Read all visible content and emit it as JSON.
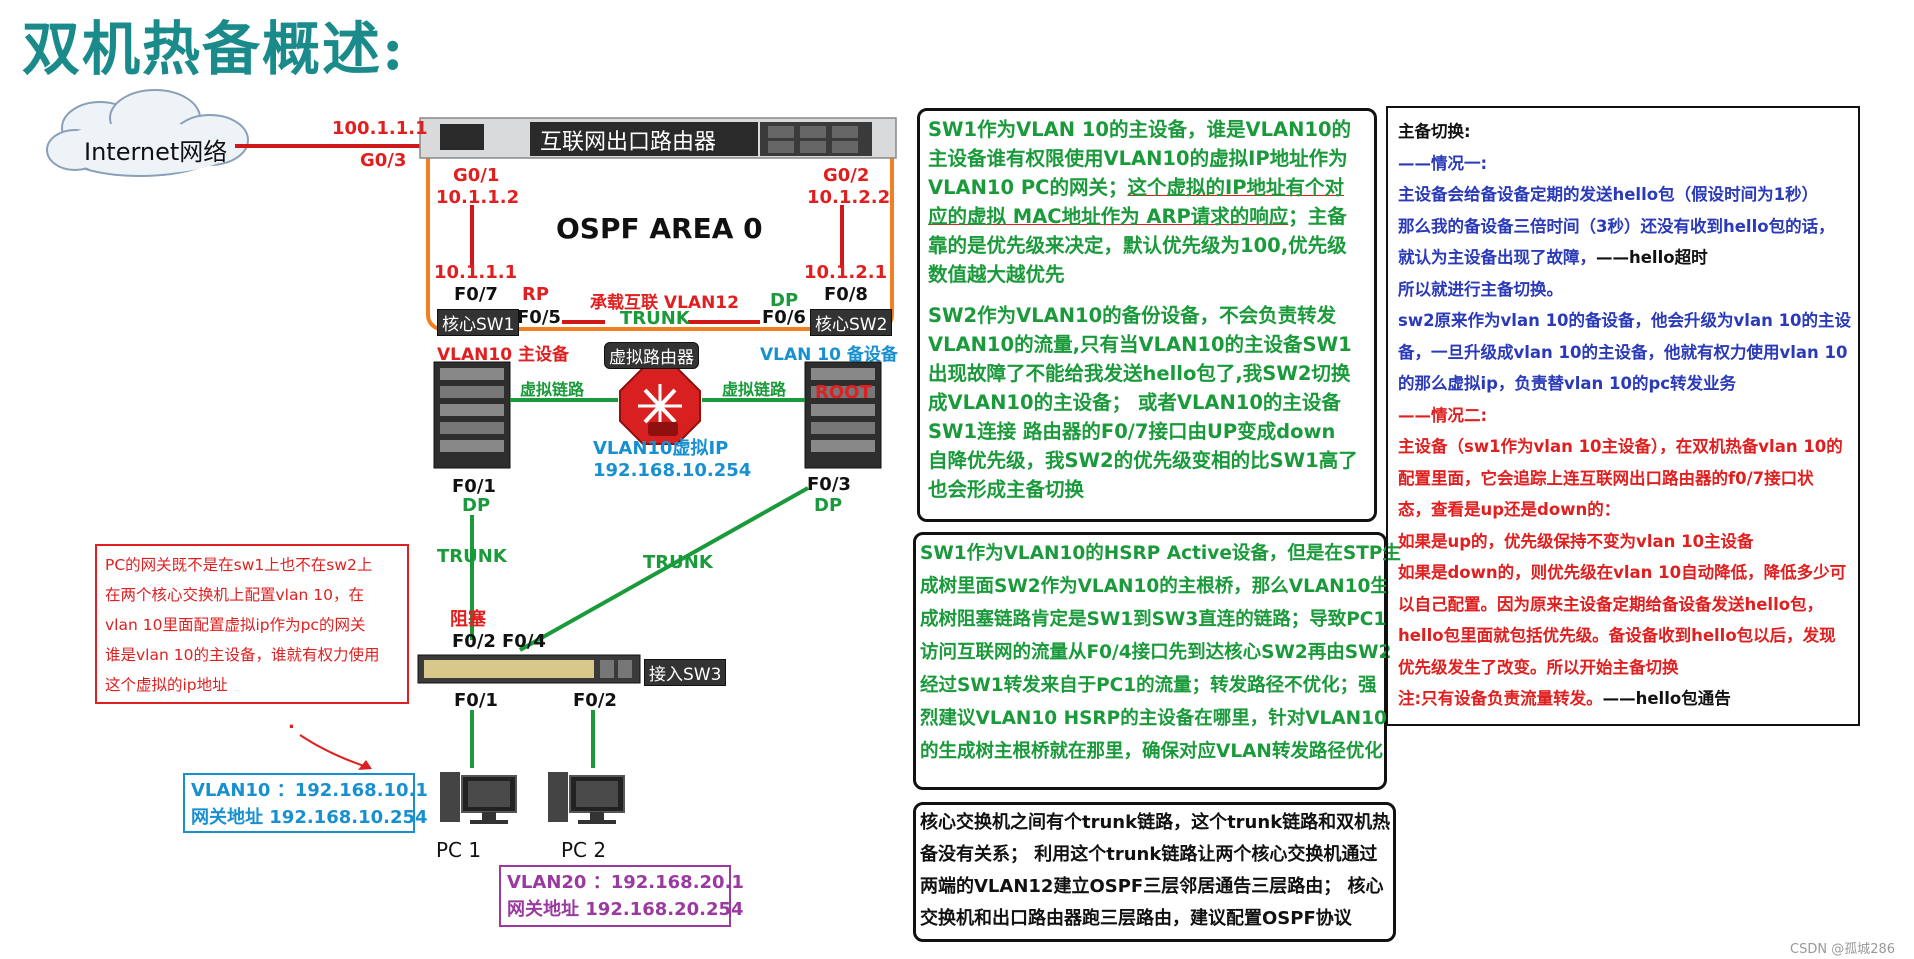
{
  "title": "双机热备概述:",
  "network": {
    "internet_label": "Internet网络",
    "wan_ip": "100.1.1.1",
    "wan_port": "G0/3",
    "router_label": "互联网出口路由器",
    "g01": "G0/1",
    "g01_ip": "10.1.1.2",
    "g02": "G0/2",
    "g02_ip": "10.1.2.2",
    "ospf": "OSPF AREA 0",
    "sw1_uplink_ip": "10.1.1.1",
    "sw2_uplink_ip": "10.1.2.1",
    "f07": "F0/7",
    "f08": "F0/8",
    "rp": "RP",
    "dp_top": "DP",
    "f05": "F0/5",
    "f06": "F0/6",
    "vlan12": "承载互联 VLAN12",
    "trunk_top": "TRUNK",
    "sw1_label": "核心SW1",
    "sw2_label": "核心SW2",
    "sw1_role": "VLAN10 主设备",
    "sw2_role": "VLAN 10 备设备",
    "virtual_router": "虚拟路由器",
    "virtual_link_left": "虚拟链路",
    "virtual_link_right": "虚拟链路",
    "root": "ROOT",
    "vip_label": "VLAN10虚拟IP",
    "vip": "192.168.10.254",
    "sw1_f01": "F0/1",
    "sw1_dp": "DP",
    "sw2_f03": "F0/3",
    "sw2_dp": "DP",
    "trunk_left": "TRUNK",
    "trunk_right": "TRUNK",
    "blocked": "阻塞",
    "sw3_f02": "F0/2",
    "sw3_f04": "F0/4",
    "sw3_label": "接入SW3",
    "sw3_f01": "F0/1",
    "sw3_f02b": "F0/2",
    "pc1": "PC 1",
    "pc2": "PC 2",
    "pc1_vlan": "VLAN10 ：192.168.10.1",
    "pc1_gw": "网关地址 192.168.10.254",
    "pc2_vlan": "VLAN20 ：192.168.20.1",
    "pc2_gw": "网关地址 192.168.20.254",
    "dot": "."
  },
  "note_pc": [
    "PC的网关既不是在sw1上也不在sw2上",
    "在两个核心交换机上配置vlan 10，在",
    "vlan 10里面配置虚拟ip作为pc的网关",
    "谁是vlan 10的主设备，谁就有权力使用",
    "这个虚拟的ip地址"
  ],
  "box1": {
    "l1": "SW1作为VLAN 10的主设备，谁是VLAN10的",
    "l2": "主设备谁有权限使用VLAN10的虚拟IP地址作为",
    "l3a": "VLAN10 PC的网关；",
    "l3b": "这个虚拟的IP地址有个对",
    "l4a": "应的虚拟 MAC地址作为 ARP请求的响应",
    "l4b": "；主备",
    "l5": "靠的是优先级来决定，默认优先级为100,优先级",
    "l6": "数值越大越优先",
    "l7": "SW2作为VLAN10的备份设备，不会负责转发",
    "l8": "VLAN10的流量,只有当VLAN10的主设备SW1",
    "l9": "出现故障了不能给我发送hello包了,我SW2切换",
    "l10": "成VLAN10的主设备；  或者VLAN10的主设备",
    "l11": "SW1连接     路由器的F0/7接口由UP变成down",
    "l12": "自降优先级，我SW2的优先级变相的比SW1高了",
    "l13": "也会形成主备切换"
  },
  "box2": [
    "SW1作为VLAN10的HSRP Active设备，但是在STP生",
    "成树里面SW2作为VLAN10的主根桥，那么VLAN10生",
    "成树阻塞链路肯定是SW1到SW3直连的链路；导致PC1",
    "访问互联网的流量从F0/4接口先到达核心SW2再由SW2",
    "经过SW1转发来自于PC1的流量；转发路径不优化；强",
    "烈建议VLAN10 HSRP的主设备在哪里，针对VLAN10",
    "的生成树主根桥就在那里，确保对应VLAN转发路径优化"
  ],
  "box3": [
    "核心交换机之间有个trunk链路，这个trunk链路和双机热",
    "备没有关系；  利用这个trunk链路让两个核心交换机通过",
    "两端的VLAN12建立OSPF三层邻居通告三层路由；  核心",
    "交换机和出口路由器跑三层路由，建议配置OSPF协议"
  ],
  "box4": {
    "heading": "主备切换:",
    "c1": "——情况一:",
    "b1": "主设备会给备设备定期的发送hello包（假设时间为1秒）",
    "b2": "那么我的备设备三倍时间（3秒）还没有收到hello包的话，",
    "b3a": "就认为主设备出现了故障，",
    "b3b": "——hello超时",
    "b4": "所以就进行主备切换。",
    "b5": "sw2原来作为vlan 10的备设备，他会升级为vlan 10的主设",
    "b6": "备，一旦升级成vlan 10的主设备，他就有权力使用vlan 10",
    "b7": "的那么虚拟ip，负责替vlan 10的pc转发业务",
    "c2": "——情况二:",
    "r1": "主设备（sw1作为vlan 10主设备），在双机热备vlan 10的",
    "r2": "配置里面，它会追踪上连互联网出口路由器的f0/7接口状",
    "r3": "态，查看是up还是down的：",
    "r4": "如果是up的，优先级保持不变为vlan 10主设备",
    "r5": "如果是down的，则优先级在vlan 10自动降低，降低多少可",
    "r6": "以自己配置。因为原来主设备定期给备设备发送hello包，",
    "r7": "hello包里面就包括优先级。备设备收到hello包以后，发现",
    "r8": "优先级发生了改变。所以开始主备切换",
    "r9a": "注:只有设备负责流量转发。",
    "r9b": "——hello包通告"
  },
  "watermark": "CSDN @孤城286"
}
